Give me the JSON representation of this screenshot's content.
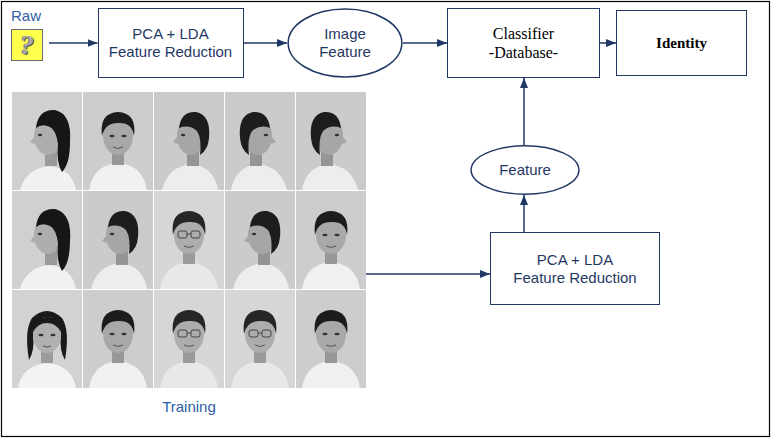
{
  "diagram": {
    "nodes": [
      {
        "text": [
          "Raw",
          "?"
        ]
      },
      {
        "text": [
          "PCA + LDA Feature Reduction"
        ]
      },
      {
        "text": [
          "Image Feature"
        ]
      },
      {
        "text": [
          "Classifier -Database-"
        ]
      },
      {
        "text": [
          "Identity"
        ]
      },
      {
        "text": [
          "Feature"
        ]
      },
      {
        "text": [
          "PCA + LDA Feature Reduction"
        ]
      },
      {
        "text": [
          "Training"
        ]
      }
    ],
    "edges": [
      {
        "from": 0,
        "to": 1,
        "arrow": "to"
      },
      {
        "from": 1,
        "to": 2,
        "arrow": "to"
      },
      {
        "from": 2,
        "to": 3,
        "arrow": "to"
      },
      {
        "from": 3,
        "to": 4,
        "arrow": "to"
      },
      {
        "from": 5,
        "to": 3,
        "arrow": "to"
      },
      {
        "from": 6,
        "to": 5,
        "arrow": "to"
      },
      {
        "from": 7,
        "to": 6,
        "arrow": "to"
      }
    ]
  }
}
